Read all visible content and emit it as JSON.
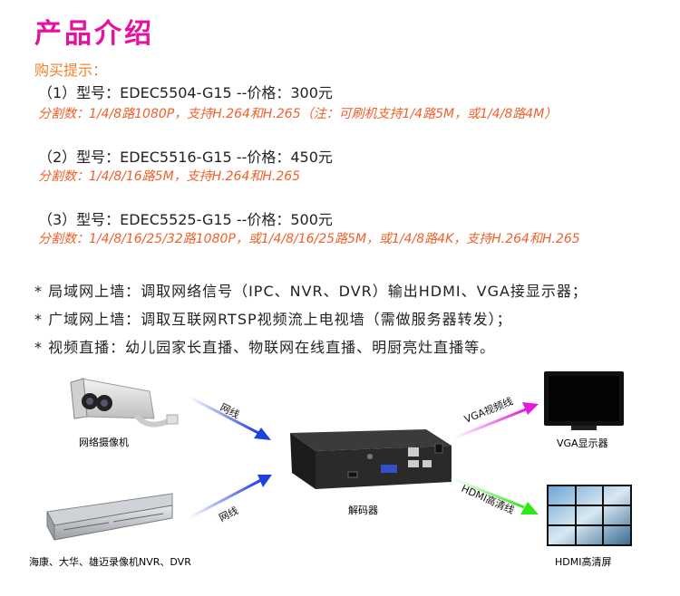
{
  "title": "产品介绍",
  "purchase_tips": "购买提示：",
  "models": [
    {
      "line": "（1）型号：EDEC5504-G15 --价格：300元",
      "detail": "分割数：1/4/8路1080P，支持H.264和H.265（注：可刷机支持1/4路5M，或1/4/8路4M）"
    },
    {
      "line": "（2）型号：EDEC5516-G15 --价格：450元",
      "detail": "分割数：1/4/8/16路5M，支持H.264和H.265"
    },
    {
      "line": "（3）型号：EDEC5525-G15 --价格：500元",
      "detail": "分割数：1/4/8/16/25/32路1080P，或1/4/8/16/25路5M，或1/4/8路4K，支持H.264和H.265"
    }
  ],
  "features": [
    "* 局域网上墙：调取网络信号（IPC、NVR、DVR）输出HDMI、VGA接显示器；",
    "* 广域网上墙：调取互联网RTSP视频流上电视墙（需做服务器转发）；",
    "* 视频直播：幼儿园家长直播、物联网在线直播、明厨亮灶直播等。"
  ],
  "diagram": {
    "camera_label": "网络摄像机",
    "nvr_label": "海康、大华、雄迈录像机NVR、DVR",
    "decoder_label": "解码器",
    "vga_label": "VGA显示器",
    "hdmi_label": "HDMI高清屏",
    "arrow_top_left": "网线",
    "arrow_bottom_left": "网线",
    "arrow_vga": "VGA视频线",
    "arrow_hdmi": "HDMI高清线",
    "colors": {
      "title": "#e6119f",
      "arrow_blue": "#1f3fe0",
      "arrow_magenta": "#e21adf",
      "arrow_green": "#2ee81a"
    }
  }
}
